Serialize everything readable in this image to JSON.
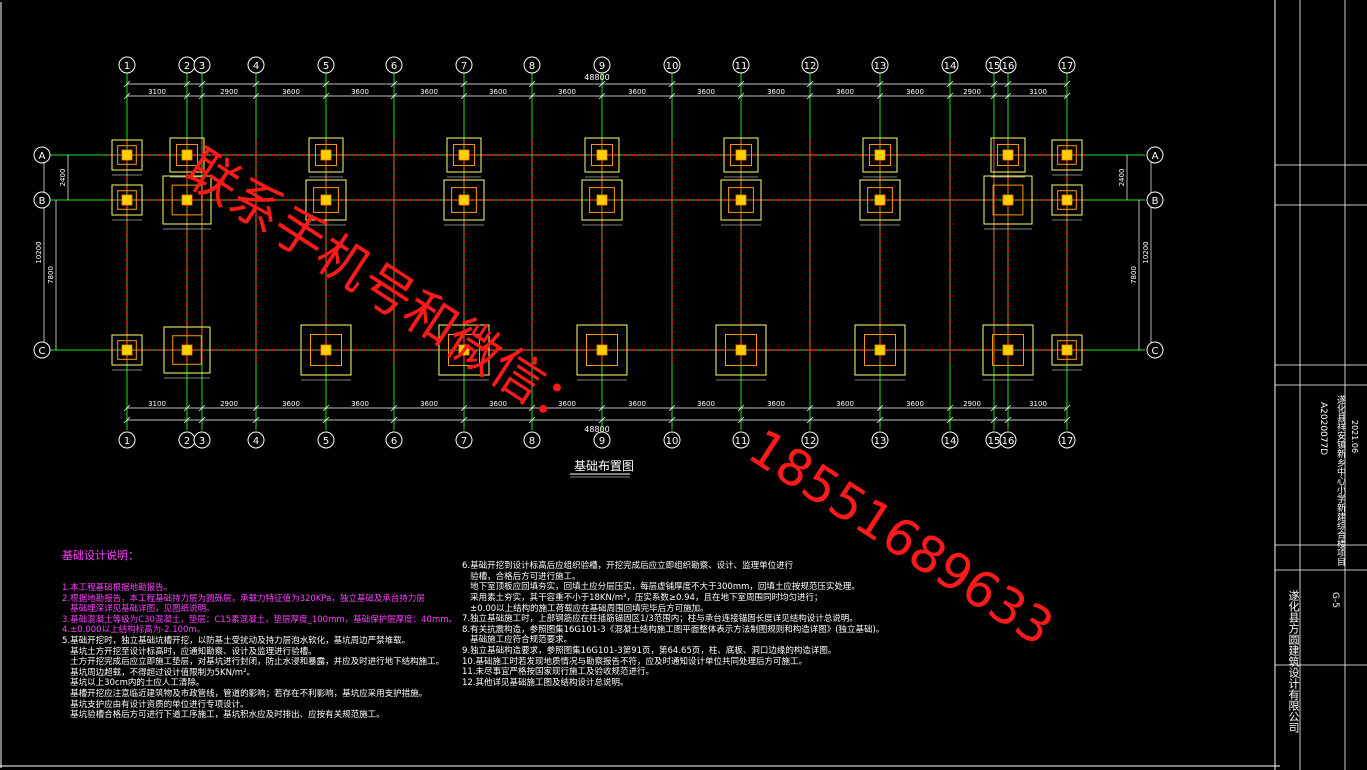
{
  "drawing_title": "基础布置图",
  "axes_top": [
    "1",
    "2",
    "3",
    "4",
    "5",
    "6",
    "7",
    "8",
    "9",
    "10",
    "11",
    "12",
    "13",
    "14",
    "15",
    "16",
    "17"
  ],
  "axes_left": [
    "A",
    "B",
    "C"
  ],
  "total_length": "48800",
  "dims_top": [
    "3100",
    "2900",
    "3600",
    "3600",
    "3600",
    "3600",
    "3600",
    "3600",
    "3600",
    "3600",
    "3600",
    "3600",
    "2900",
    "3100"
  ],
  "dims_bottom": [
    "3100",
    "2900",
    "3600",
    "3600",
    "3600",
    "3600",
    "3600",
    "3600",
    "3600",
    "3600",
    "3600",
    "3600",
    "2900",
    "3100"
  ],
  "dims_left": [
    "2400",
    "7800",
    "10200"
  ],
  "notes_left": {
    "title": "基础设计说明：",
    "lines": [
      "1.本工程基础根据地勘报告。",
      "2.根据地勘报告，本工程基础持力层为圆砾层，承载力特征值为320KPa，独立基础及承台持力层",
      "   基础埋深详见基础详图，见图纸说明。",
      "3.基础混凝土等级为C30混凝土，垫层：C15素混凝土，垫层厚度_100mm，基础保护层厚度：40mm。",
      "4.±0.000以上结构标高为-2.100m。",
      "5.基础开挖时，独立基础坑槽开挖，以防基土受扰动及持力层泡水软化，基坑周边严禁堆载。",
      "   基坑土方开挖至设计标高时，应通知勘察、设计及监理进行验槽。",
      "   土方开挖完成后应立即施工垫层，对基坑进行封闭，防止水浸和暴露，并应及时进行地下结构施工。",
      "   基坑周边超载，不得超过设计值限制为5KN/m²。",
      "   基坑以上30cm内的土应人工清除。",
      "   基槽开挖应注意临近建筑物及市政管线，管道的影响；若存在不利影响，基坑应采用支护措施。",
      "   基坑支护应由有设计资质的单位进行专项设计。",
      "   基坑验槽合格后方可进行下道工序施工，基坑积水应及时排出、应按有关规范施工。"
    ]
  },
  "notes_right": {
    "lines": [
      "6.基础开挖到设计标高后应组织验槽，开挖完成后应立即组织勘察、设计、监理单位进行",
      "   验槽，合格后方可进行施工。",
      "   地下室顶板应回填夯实，回填土应分层压实，每层虚铺厚度不大于300mm，回填土应按规范压实处理。",
      "   采用素土夯实，其干容重不小于18KN/m³，压实系数≥0.94，且在地下室周围同时均匀进行；",
      "   ±0.00以上结构的施工荷载应在基础周围回填完毕后方可施加。",
      "7.独立基础施工时，上部钢筋应在柱插筋锚固区1/3范围内；柱与承台连接锚固长度详见结构设计总说明。",
      "8.有关抗震构造，参照图集16G101-3《混凝土结构施工图平面整体表示方法制图规则和构造详图》(独立基础)。",
      "   基础施工应符合规范要求。",
      "9.独立基础构造要求，参照图集16G101-3第91页，第64.65页，柱、底板、洞口边缘的构造详图。",
      "10.基础施工时若发现地质情况与勘察报告不符，应及时通知设计单位共同处理后方可施工。",
      "11.未尽事宜严格按国家现行施工及验收规范进行。",
      "12.其他详见基础施工图及结构设计总说明。"
    ]
  },
  "watermark": {
    "line1": "联系手机号和微信：",
    "line2": "18551689633"
  },
  "title_block": {
    "company": "遂化县方圆建筑设计有限公司",
    "project": "遂化县祥安镇新乡中心小学新建综合楼项目",
    "drawing_no": "A2020077D",
    "sheet": "G-5",
    "date": "2021.06"
  },
  "colors": {
    "background": "#000000",
    "grid": "#19e619",
    "axis_bubble": "#ffffff",
    "beam": "#ff3333",
    "footing_outer": "#ffff66",
    "footing_inner": "#ff9900",
    "column": "#ffd000",
    "dimension": "#ffffff",
    "text_magenta": "#ff3fff",
    "watermark": "#ff1a1a"
  }
}
